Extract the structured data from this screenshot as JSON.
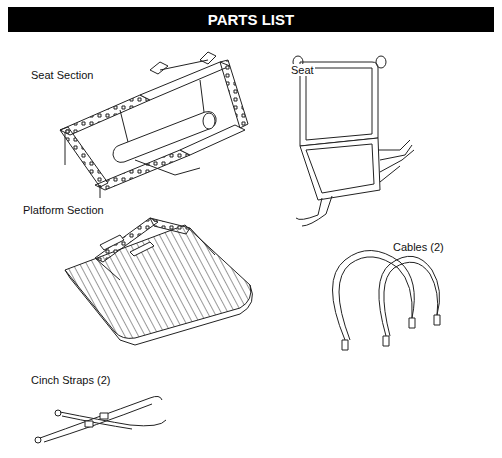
{
  "diagram": {
    "title": "PARTS LIST",
    "labels": [
      "Seat Section",
      "Seat",
      "Platform Section",
      "Cables (2)",
      "Cinch Straps (2)"
    ]
  }
}
